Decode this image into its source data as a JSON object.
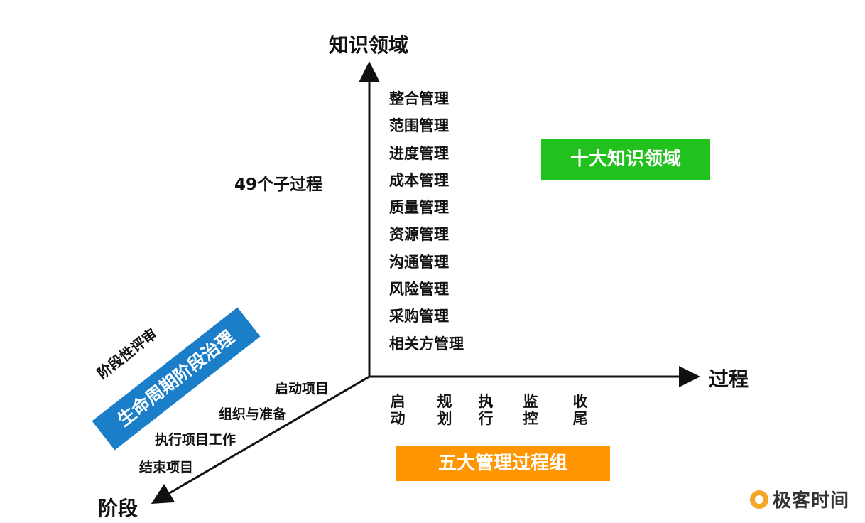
{
  "axes": {
    "knowledge_areas_title": "知识领域",
    "process_title": "过程",
    "phase_title": "阶段",
    "subprocess_count_label": "49个子过程"
  },
  "knowledge_areas": [
    "整合管理",
    "范围管理",
    "进度管理",
    "成本管理",
    "质量管理",
    "资源管理",
    "沟通管理",
    "风险管理",
    "采购管理",
    "相关方管理"
  ],
  "process_groups": [
    "启动",
    "规划",
    "执行",
    "监控",
    "收尾"
  ],
  "phases": [
    "启动项目",
    "组织与准备",
    "执行项目工作",
    "结束项目"
  ],
  "banners": {
    "ten_knowledge_areas": "十大知识领域",
    "five_process_groups": "五大管理过程组",
    "lifecycle_governance": "生命周期阶段治理",
    "phase_review": "阶段性评审"
  },
  "colors": {
    "green": "#22c21e",
    "orange": "#ff9500",
    "blue": "#1a7ec9"
  },
  "watermark": {
    "icon": "geektime-logo-icon",
    "text": "极客时间"
  }
}
